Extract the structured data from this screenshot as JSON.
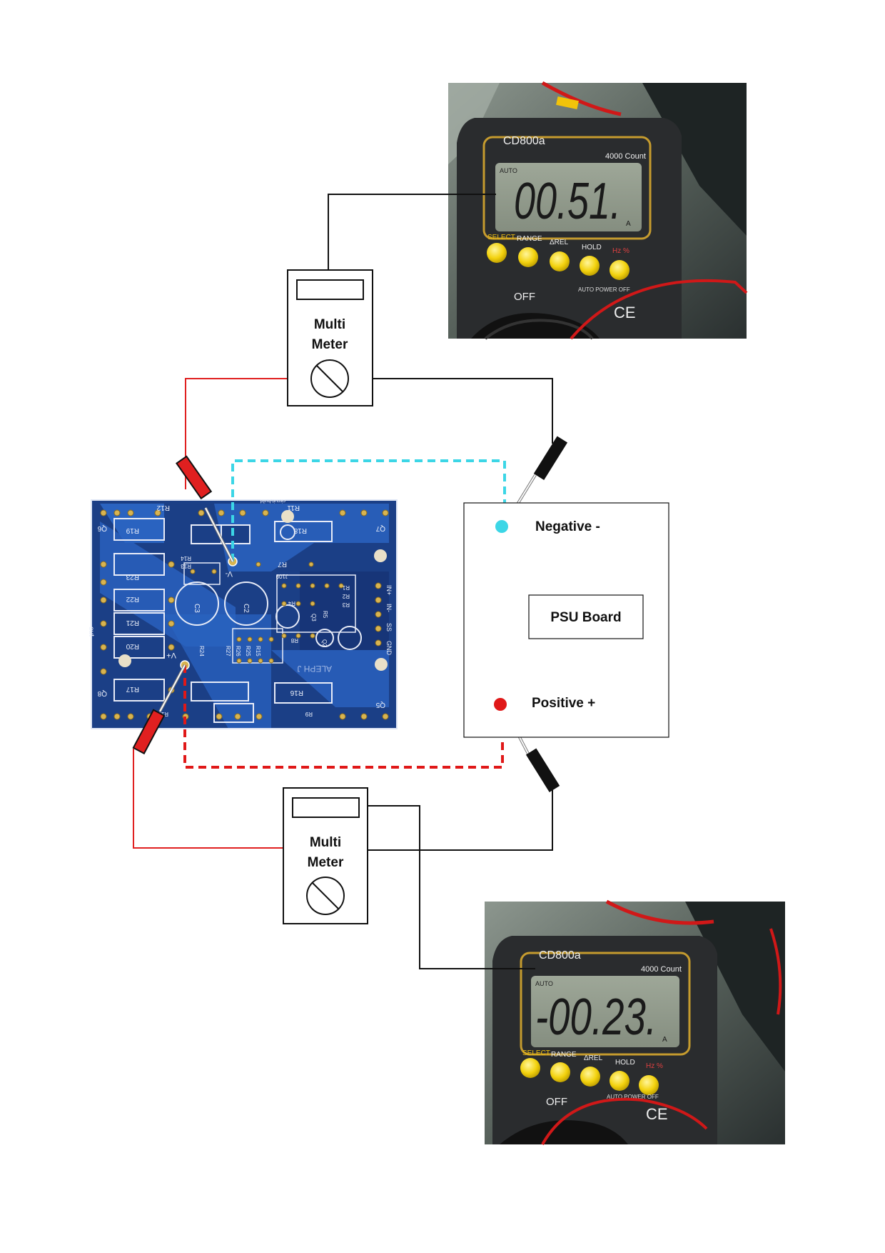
{
  "meter_top": {
    "label_line1": "Multi",
    "label_line2": "Meter",
    "photo": {
      "model": "CD800a",
      "count": "4000  Count",
      "auto": "AUTO",
      "reading": "00.51.",
      "unit": "A",
      "buttons": [
        "SELECT",
        "RANGE",
        "ΔREL",
        "HOLD",
        "Hz %"
      ],
      "off": "OFF",
      "auto_power": "AUTO POWER OFF",
      "ce": "CE"
    }
  },
  "meter_bottom": {
    "label_line1": "Multi",
    "label_line2": "Meter",
    "photo": {
      "model": "CD800a",
      "count": "4000  Count",
      "auto": "AUTO",
      "reading": "-00.23.",
      "unit": "A",
      "buttons": [
        "SELECT",
        "RANGE",
        "ΔREL",
        "HOLD",
        "Hz %"
      ],
      "off": "OFF",
      "auto_power": "AUTO POWER OFF",
      "ce": "CE"
    }
  },
  "psu": {
    "negative_label": "Negative -",
    "positive_label": "Positive +",
    "board_label": "PSU Board"
  },
  "pcb": {
    "labels": {
      "q6_top": "Q6",
      "q7": "Q7",
      "q8": "Q8",
      "q5": "Q5",
      "r12": "R12",
      "r11": "R11",
      "r19": "R19",
      "r18": "R18",
      "r14": "R14",
      "r13": "R13",
      "r7": "R7",
      "r23": "R23",
      "r22": "R22",
      "r21": "R21",
      "r20": "R20",
      "r17": "R17",
      "r16": "R16",
      "r10": "R10",
      "r9": "R9",
      "c3": "C3",
      "c2": "C2",
      "r24": "R24",
      "r27": "R27",
      "r26": "R26",
      "r25": "R25",
      "r15": "R15",
      "r4": "R4",
      "r2": "R2",
      "r3": "R3",
      "r1": "R1",
      "r5": "R5",
      "r8": "R8",
      "q3": "Q3",
      "q2": "Q2",
      "in_plus": "IN+",
      "in_minus": "IN-",
      "gnd": "GND",
      "ss": "SS",
      "v_minus": "V-",
      "v_plus": "V+",
      "out": "out",
      "maker": "ALEPH J",
      "brand": "circuit-build",
      "jfet": "J109"
    }
  },
  "colors": {
    "red_wire": "#e02020",
    "black_wire": "#111111",
    "cyan_dashed": "#3cd6e6",
    "red_dashed": "#e01818",
    "pcb_blue": "#1b3f86",
    "pcb_trace": "#2a63c0"
  }
}
